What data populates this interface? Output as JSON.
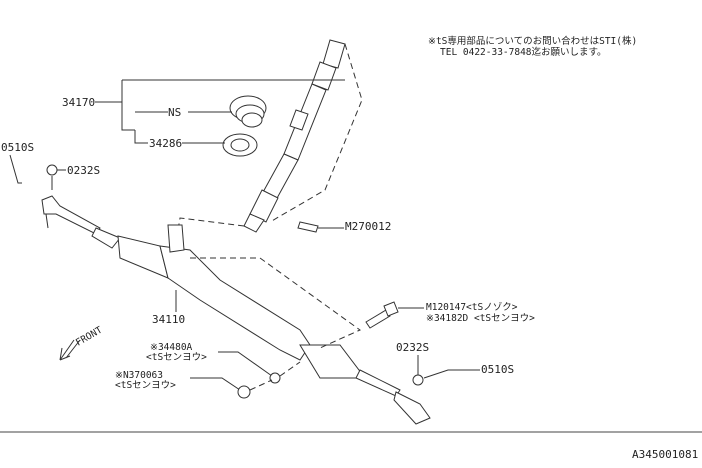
{
  "note": {
    "line1": "※tS専用部品についてのお問い合わせはSTI(株)",
    "line2": "TEL 0422-33-7848迄お願いします。"
  },
  "labels": {
    "p34170": "34170",
    "ns": "NS",
    "p34286": "34286",
    "p0510s_left": "0510S",
    "p0232s_left": "0232S",
    "m270012": "M270012",
    "p34110": "34110",
    "m120147": "M120147<tSノゾク>",
    "p34182d": "※34182D <tSセンヨウ>",
    "p0232s_right": "0232S",
    "p0510s_right": "0510S",
    "p34480a": "※34480A",
    "p34480a_note": "<tSセンヨウ>",
    "n370063": "※N370063",
    "n370063_note": "<tSセンヨウ>",
    "front": "FRONT"
  },
  "diagram_id": "A345001081"
}
